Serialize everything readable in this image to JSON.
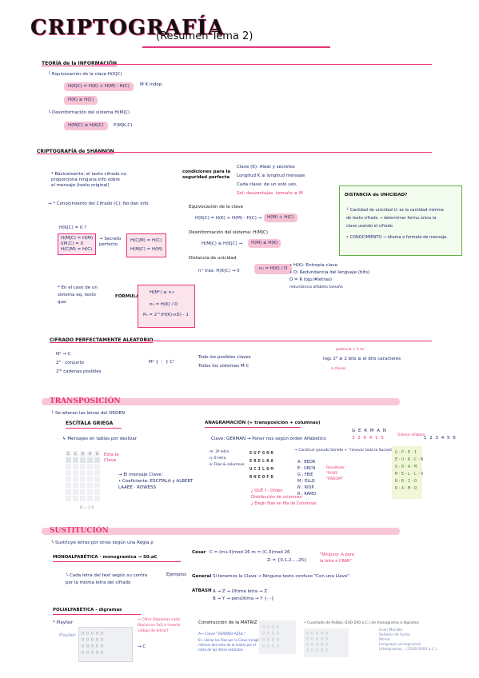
{
  "title": "CRIPTOGRAFÍA",
  "subtitle": "(Resumen Tema 2)",
  "s1": {
    "heading": "TEORÍA de la INFORMACIÓN",
    "eq_key": "└ Equivocación de la clave  H(K|C)",
    "f1": "H(K|C) = H(K) + H(M) - H(C)",
    "f1n": "M K indep.",
    "f2": "H(K) ≥ H(C)",
    "deso": "└ Desinformación del sistema  H(M|C)",
    "f3": "H(M|C) ≤ H(K|C)",
    "f4": "P(M|K,C)"
  },
  "s2": {
    "heading": "CRIPTOGRAFÍA de SHANNON",
    "b1": [
      "* Básicamente: el texto cifrado no",
      "proporciona ninguna info sobre",
      "el mensaje (texto original)"
    ],
    "b2": "→ * Conocimiento del Cifrado (C): No dan info",
    "q": "H(K|C) = 0 ?",
    "ph1": [
      "H(M|C) = H(M)",
      "I(M;C) = 0",
      "H(C|M) = H(C)"
    ],
    "secreto": [
      "→ Secreto",
      "perfecto"
    ],
    "ph2": [
      "H(C|M) = H(C)",
      "H(M|C) = H(M)"
    ],
    "cond_lbl": [
      "condiciones para la",
      "seguridad perfecta"
    ],
    "cond": [
      "Clave (K): Aleat y secretos",
      "Longitud K ≥ longitud mensaje",
      "Cada clave: de un solo uso.",
      "Sol: desventajas: tamaño ≥ M"
    ],
    "equiv": "Equivocación de la clave",
    "equivf": "H(K|C) = H(K) + H(M) - H(C) →",
    "equivr": "H(M) + H(C)",
    "desinf": "Desinformación del sistema:  H(M|C)",
    "desf": "H(M|C) ≤ H(K|C) →",
    "desr": "H(M) ≤ H(K)",
    "dist": "Distancia de unicidad",
    "nf": "n° tras: H(K|C) → 0",
    "nf2": "n₀ = H(K) / D",
    "bexpl": [
      "• H(K): Entropía clave",
      "• D: Redundancia del lenguaje (bits)",
      "D = R  log₂(#letras)",
      "redundancia  alfabeto  tamaño"
    ],
    "green_title": "DISTANCIA de UNICIDAD?",
    "green_p1": [
      "└ Cantidad de unicidad U: es la cantidad mínima",
      "de texto cifrado → determinar forma única la",
      "clave usando el cifrado"
    ],
    "green_p2": "• CONOCIMIENTO → idioma o formato de mensaje.",
    "b3": [
      "* En el caso de un",
      "sistema eq. texto",
      "que:"
    ],
    "formulas_lbl": "FÓRMULAS :",
    "pf": [
      "H(Mⁿ) ≥ n·r",
      "n₀ = H(K) / D",
      "Pₑ = 2^(H(K)-nD) - 1"
    ]
  },
  "s3": {
    "heading": "CIFRADO PERFECTAMENTE ALEATORIO",
    "lines": [
      "Nᴷ → C",
      "2ᴿ · conjunto",
      "2ʳᴺ cadenas posibles"
    ],
    "mid": "Mⁿ { ⋮ } Cⁿ",
    "mid2": [
      "Todo los posibles claves",
      "Todos los sistemas M-C"
    ],
    "right": "log₂ 2ᴿ ≥ 2 bits ≥ el bits caracteres",
    "rtop": "potencia > 1 ks",
    "rbot": "a claves"
  },
  "s4": {
    "heading": "TRANSPOSICIÓN",
    "intro": "└ Se alteran las letras del ORDEN",
    "scitala": "ESCÍTALA  GRIEGA",
    "sc1": "↳ Mensajes en tablas por  deslizar",
    "grid_top": [
      "C",
      "L",
      "A",
      "V",
      "E"
    ],
    "grid_note": [
      "Esta la",
      "Clave"
    ],
    "grid_bot": "D = 1.0",
    "sc2": [
      "→ El mensaje Clave:",
      "• Coeficiente: ESCITALA y ALBERT",
      "LAAEE · ROWESS"
    ],
    "anagr": "ANAGRAMACIÓN (+ transposición + columnas)",
    "anagr_l": "Clave: GERMAN → Poner nos según orden Alfabético",
    "anagr_letters": "G E R M A N",
    "anagr_nums": "3 2 6 4 1 5",
    "anagr_nums2": "1 2 3 4 5 6",
    "anagr_mid": "Ordenar alfabeto",
    "an_side": [
      "m: 3ª letra",
      "n: 6 letra",
      "a: Filas & columnas"
    ],
    "an_grid": [
      "EUFGNR",
      "ERELRA",
      "UCILDM",
      "RNEOFD"
    ],
    "an_list": [
      "A : BEOR",
      "E : URCN",
      "G : FEIE",
      "M : ELLO",
      "N : RIOP",
      "R : RAMD"
    ],
    "an_txt1": "→ Construir pseudo Sáriete + \"renovar toda la Sucesión\"",
    "an_txt2": [
      "Resultado:",
      "\"RIOR\"",
      "\"RNEOM\""
    ],
    "an_q": [
      "¿ QUÉ ? : Orden",
      "Distribución de columnas",
      "¿ Elegir filas en fila de Columnas"
    ]
  },
  "s5": {
    "heading": "SUSTITUCIÓN",
    "intro": "└ Sustituye letras por otras según una Regla ρ",
    "mono": "MONOALFABÉTICA · monogramica → S0.aC",
    "m1": [
      "└ Cada letra del text  según su  contra",
      "por la misma letra del cifrado"
    ],
    "m1r": "Ejemplos",
    "cesar": "César",
    "cesar_f": "C = (m+3)mod 26    m = (C-3)mod 26",
    "cesar_note": [
      "\"Ninguno: A para",
      "la letra a CRAR\""
    ],
    "cesar_f2": "Zᵢ = {0,1,2,...,25}",
    "general": "General",
    "general_t": "Sí tenemos la Clave → Ninguna texto confuso \"Con una Llave\"",
    "atbash": "ATBASH",
    "atbash_t": [
      "A → Z → Última letra → Z",
      "B → Y → penúltima → Y  {···}"
    ],
    "poli": "POLIALFABÉTICA - digramas",
    "playfair_bullet": "* Playfair",
    "playfair": "Playfair",
    "pf_note": [
      "→ Cifrar Digramas cada",
      "fila/col en 5x5 e invertir",
      "código de letras?"
    ],
    "constr": "Construcción de la MATRIZ :",
    "constr_a": "A→ Clave \"VERANO AZUL\"",
    "constr_b": "B→ Llenar las filas por la Clave (renglón) y",
    "constr_c": "rellenar del resto de la matriz por el",
    "constr_d": "resto de las letras restantes",
    "polybios": "• Cuadrado de Polibio (100-200 a.C.) de monograma a digrama:",
    "polybios_r": [
      "Gran Murallá",
      "Señales de humo",
      "Morse",
      "Lenguajes pictogramas",
      "(ideogramas... (1500-2000 a.C.)"
    ],
    "arrow_c": "→ C"
  }
}
